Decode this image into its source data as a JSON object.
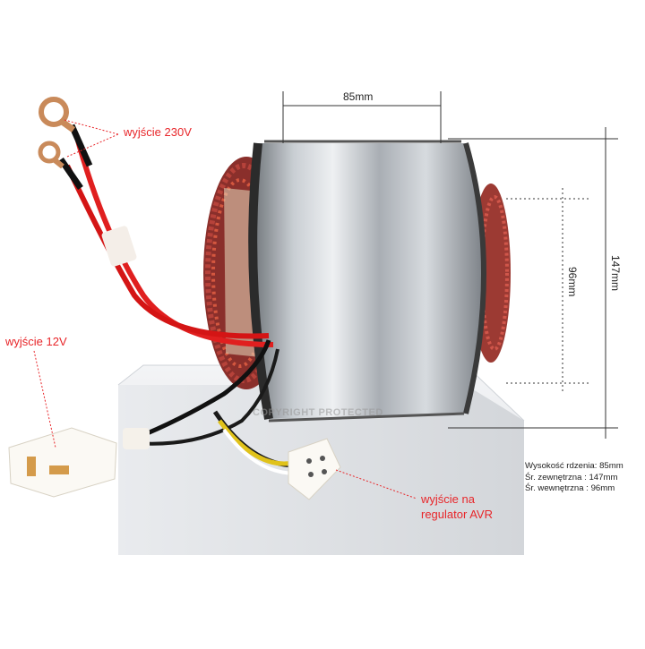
{
  "labels": {
    "output_230v": "wyjście 230V",
    "output_12v": "wyjście 12V",
    "output_avr_line1": "wyjście na",
    "output_avr_line2": "regulator AVR"
  },
  "dimensions": {
    "height": "85mm",
    "outer_diameter": "147mm",
    "inner_diameter": "96mm"
  },
  "specs": {
    "core_height": "Wysokość rdzenia: 85mm",
    "outer_diameter": "Śr. zewnętrzna : 147mm",
    "inner_diameter": "Śr. wewnętrzna : 96mm"
  },
  "watermark": "COPYRIGHT PROTECTED"
}
